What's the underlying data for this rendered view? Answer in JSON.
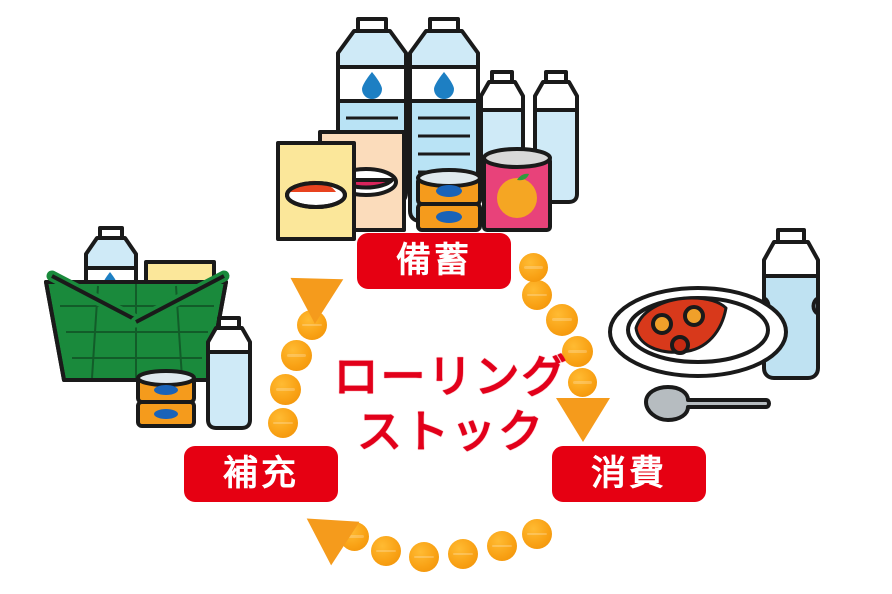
{
  "diagram": {
    "title_center": {
      "line1": "ローリング",
      "line2": "ストック"
    },
    "accent_red": "#e60012",
    "accent_orange": "#f9a215",
    "labels": [
      {
        "id": "stock",
        "text": "備蓄"
      },
      {
        "id": "consume",
        "text": "消費"
      },
      {
        "id": "replenish",
        "text": "補充"
      }
    ],
    "cycle": {
      "direction": "clockwise",
      "dot_count": 18,
      "arrow_count": 3,
      "arrows": [
        {
          "id": "arrow-to-stock",
          "points": "up-right"
        },
        {
          "id": "arrow-to-consume",
          "points": "down"
        },
        {
          "id": "arrow-to-replenish",
          "points": "up-left"
        }
      ]
    },
    "illustrations": [
      {
        "id": "stockpile-goods",
        "caption": "備蓄",
        "items": [
          "2L water bottle",
          "2L water bottle",
          "500ml bottle",
          "500ml bottle",
          "retort food box",
          "retort food box",
          "canned fish",
          "canned fruit"
        ]
      },
      {
        "id": "shopping-basket",
        "caption": "補充",
        "items": [
          "green shopping basket",
          "water bottle",
          "retort food box",
          "500ml bottle",
          "canned fish"
        ]
      },
      {
        "id": "curry-meal",
        "caption": "消費",
        "items": [
          "plate of curry rice",
          "spoon",
          "500ml bottle"
        ]
      }
    ]
  }
}
